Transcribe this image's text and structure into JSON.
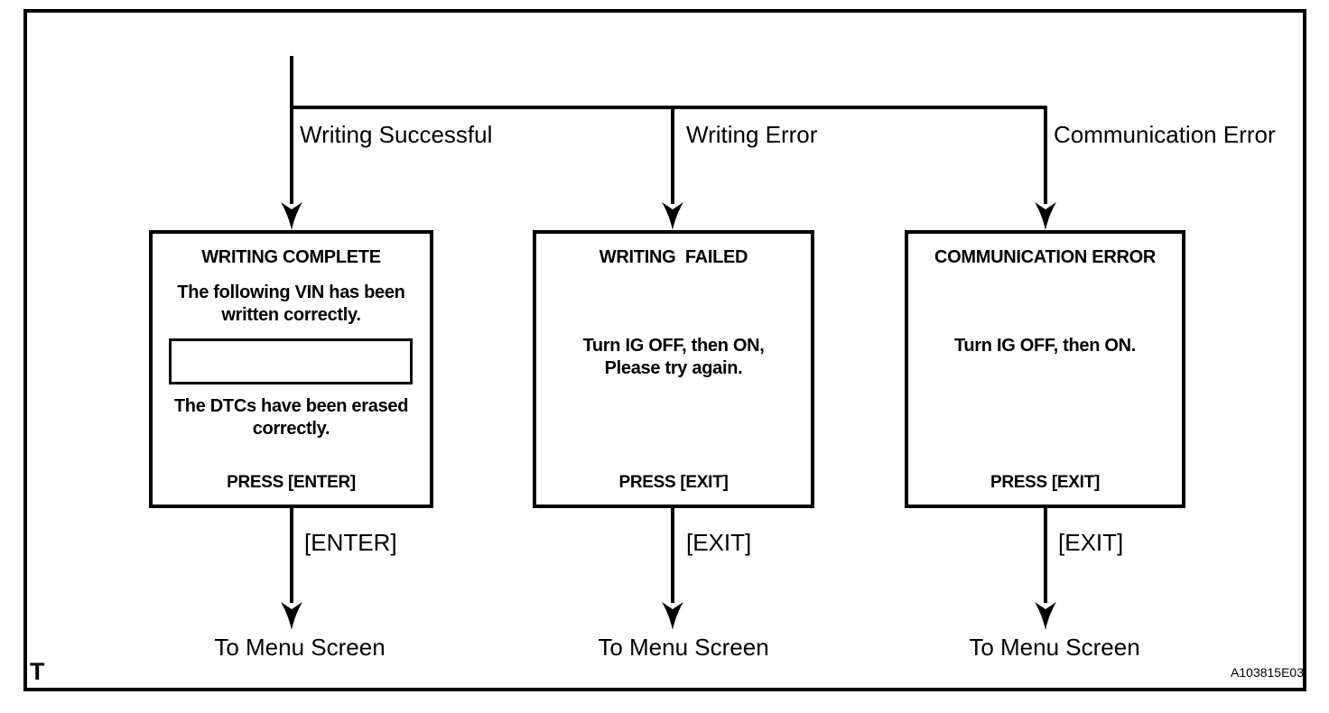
{
  "figure": {
    "corner_label": "T",
    "code": "A103815E03",
    "background_color": "#ffffff",
    "line_color": "#000000"
  },
  "branches": [
    {
      "branch_label": "Writing Successful",
      "box": {
        "title": "WRITING COMPLETE",
        "body_top": "The following VIN has been\nwritten correctly.",
        "vin_field_value": "",
        "body_bottom": "The DTCs have been erased\ncorrectly.",
        "press_label": "PRESS [ENTER]"
      },
      "key_label": "[ENTER]",
      "destination_label": "To Menu Screen"
    },
    {
      "branch_label": "Writing Error",
      "box": {
        "title": "WRITING  FAILED",
        "body": "Turn IG OFF, then ON,\nPlease try again.",
        "press_label": "PRESS [EXIT]"
      },
      "key_label": "[EXIT]",
      "destination_label": "To Menu Screen"
    },
    {
      "branch_label": "Communication Error",
      "box": {
        "title": "COMMUNICATION ERROR",
        "body": "Turn IG OFF, then ON.",
        "press_label": "PRESS [EXIT]"
      },
      "key_label": "[EXIT]",
      "destination_label": "To Menu Screen"
    }
  ]
}
